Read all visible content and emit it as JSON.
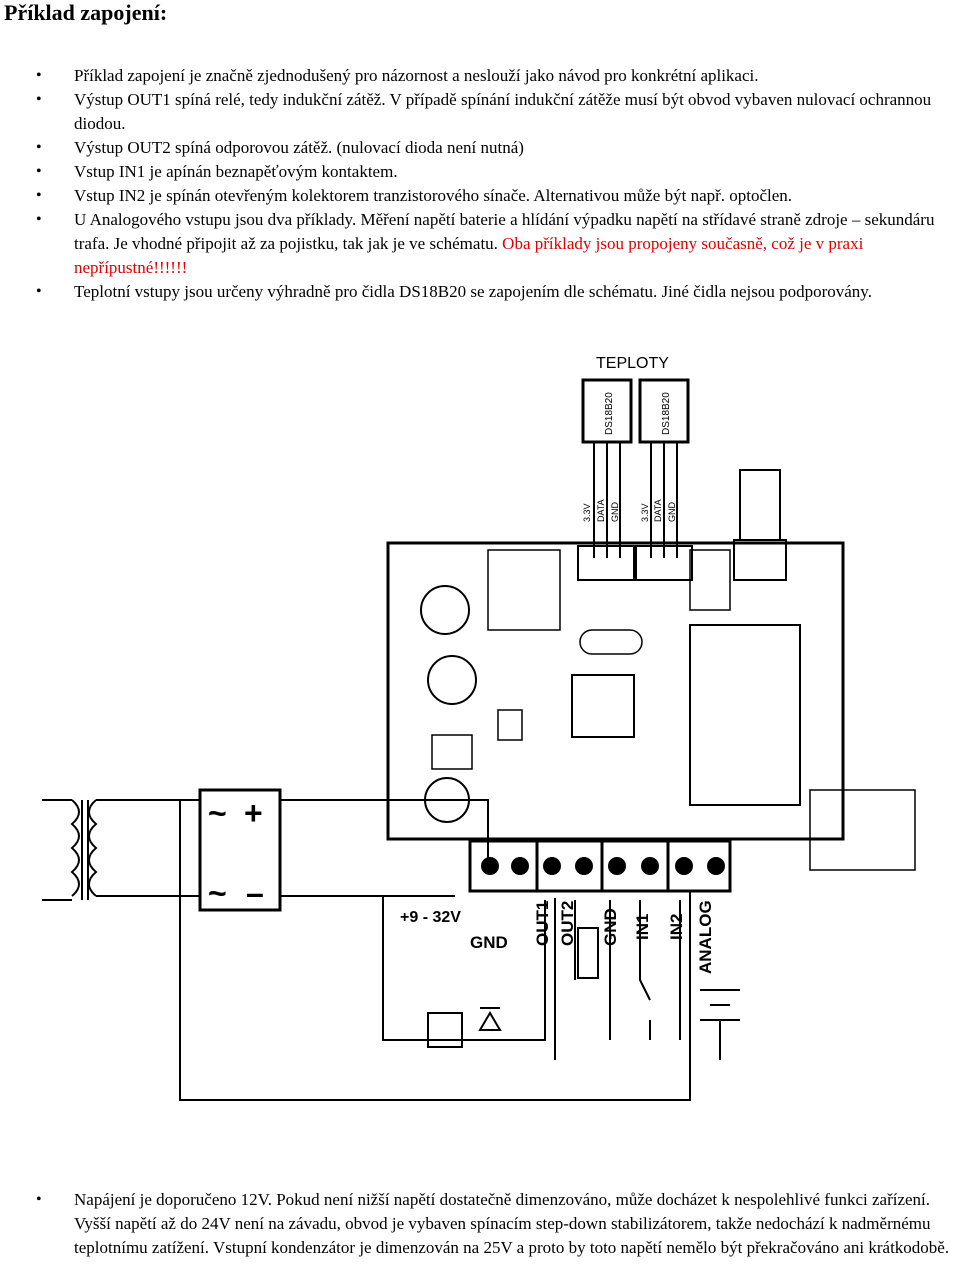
{
  "heading": "Příklad zapojení:",
  "bullets": [
    "Příklad zapojení je značně zjednodušený pro názornost a neslouží jako návod pro konkrétní aplikaci.",
    "Výstup OUT1 spíná relé, tedy indukční zátěž. V případě spínání indukční zátěže musí být obvod vybaven nulovací ochrannou diodou.",
    "Výstup OUT2 spíná odporovou zátěž. (nulovací dioda není nutná)",
    "Vstup IN1 je apínán beznapěťovým kontaktem.",
    "Vstup IN2 je spínán otevřeným kolektorem tranzistorového sínače. Alternativou může být např. optočlen.",
    {
      "text": "U Analogového vstupu jsou dva příklady. Měření napětí baterie a hlídání výpadku napětí na střídavé straně zdroje – sekundáru trafa. Je vhodné připojit až za pojistku, tak jak je ve schématu. ",
      "warning": "Oba příklady jsou propojeny současně, což je v praxi nepřípustné!!!!!!"
    },
    "Teplotní vstupy jsou určeny výhradně pro čidla DS18B20 se zapojením dle schématu. Jiné čidla nejsou podporovány."
  ],
  "diagram": {
    "teploty": "TEPLOTY",
    "sensor_label": "DS18B20",
    "sensor_pins": [
      "3.3V",
      "DATA",
      "GND"
    ],
    "supply_label": "+9 - 32V",
    "terminals": [
      "GND",
      "OUT1",
      "OUT2",
      "GND",
      "IN1",
      "IN2",
      "ANALOG"
    ],
    "rectifier_ac": "~",
    "rectifier_plus": "+",
    "rectifier_minus": "–"
  },
  "bottom_note": "Napájení je doporučeno 12V. Pokud není nižší napětí dostatečně dimenzováno, může docházet k nespolehlivé funkci zařízení. Vyšší napětí až do 24V není na závadu, obvod je vybaven spínacím step-down stabilizátorem, takže nedochází k nadměrnému teplotnímu zatížení. Vstupní kondenzátor je dimenzován na 25V a proto by toto napětí nemělo být překračováno ani krátkodobě."
}
